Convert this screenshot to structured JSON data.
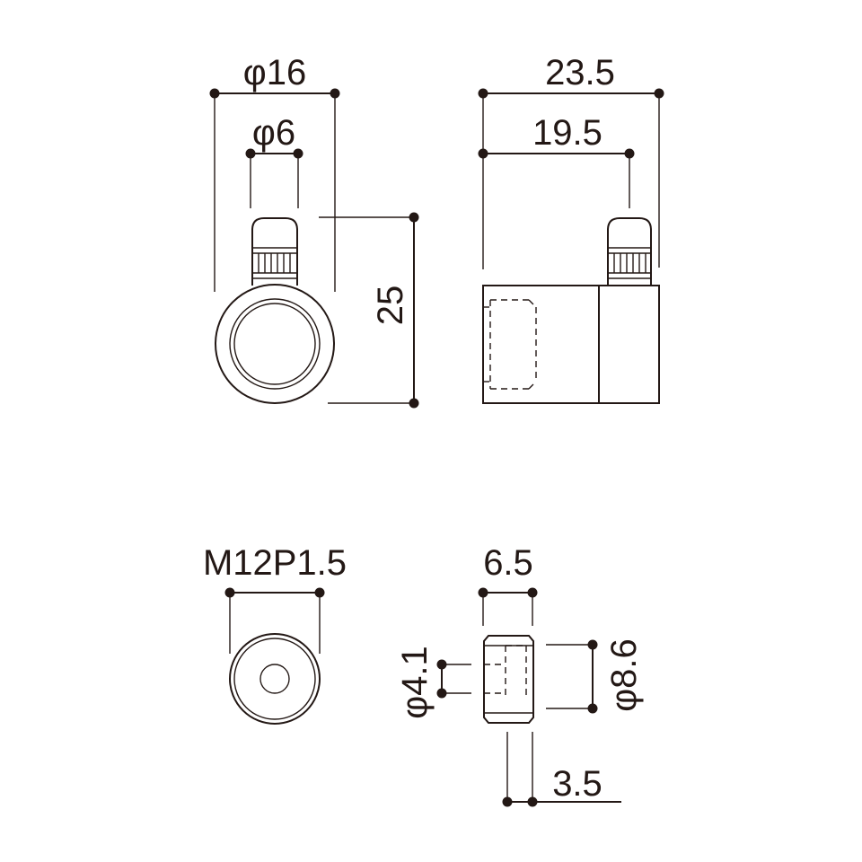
{
  "dimensions": {
    "front_outer_diameter": "φ16",
    "front_shaft_diameter": "φ6",
    "front_height": "25",
    "side_total_length": "23.5",
    "side_shaft_position": "19.5",
    "nut_thread": "M12P1.5",
    "nut_thickness": "6.5",
    "cap_inner_diameter": "φ4.1",
    "cap_outer_diameter": "φ8.6",
    "cap_stem_width": "3.5"
  },
  "colors": {
    "line": "#231815",
    "background": "#ffffff"
  }
}
